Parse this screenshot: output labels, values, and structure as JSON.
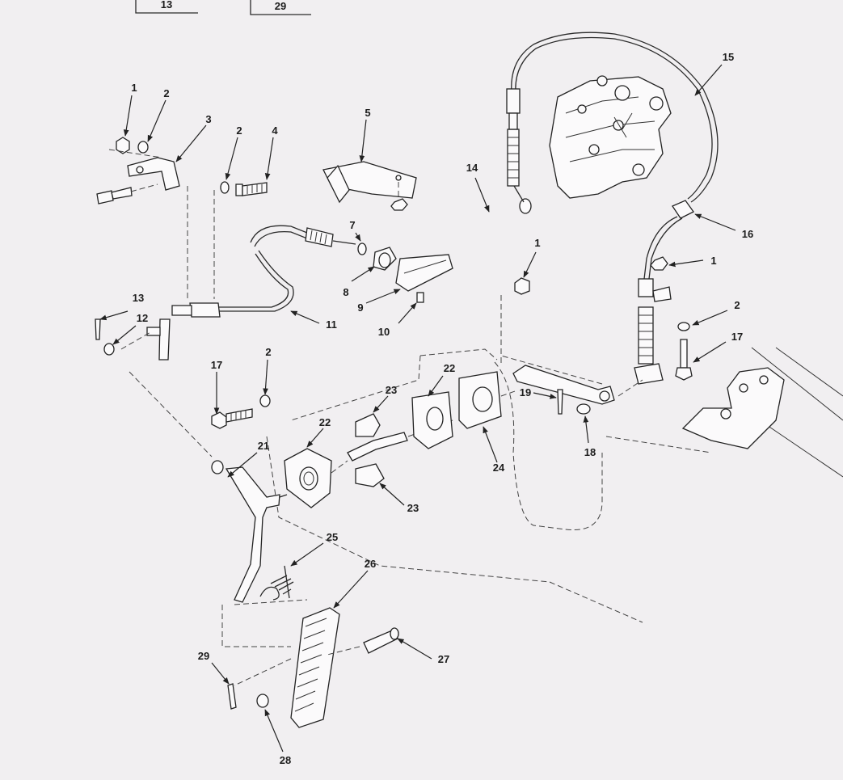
{
  "header_boxes": [
    "13",
    "29"
  ],
  "callouts": {
    "c1a": "1",
    "c2a": "2",
    "c3": "3",
    "c2b": "2",
    "c4": "4",
    "c5": "5",
    "c7": "7",
    "c8": "8",
    "c9": "9",
    "c10": "10",
    "c11": "11",
    "c13": "13",
    "c12": "12",
    "c14": "14",
    "c15": "15",
    "c16": "16",
    "c1b": "1",
    "c1c": "1",
    "c2c": "2",
    "c17a": "17",
    "c17b": "17",
    "c2d": "2",
    "c22a": "22",
    "c22b": "22",
    "c23a": "23",
    "c23b": "23",
    "c24": "24",
    "c19": "19",
    "c18": "18",
    "c21": "21",
    "c25": "25",
    "c26": "26",
    "c27": "27",
    "c28": "28",
    "c29": "29"
  }
}
